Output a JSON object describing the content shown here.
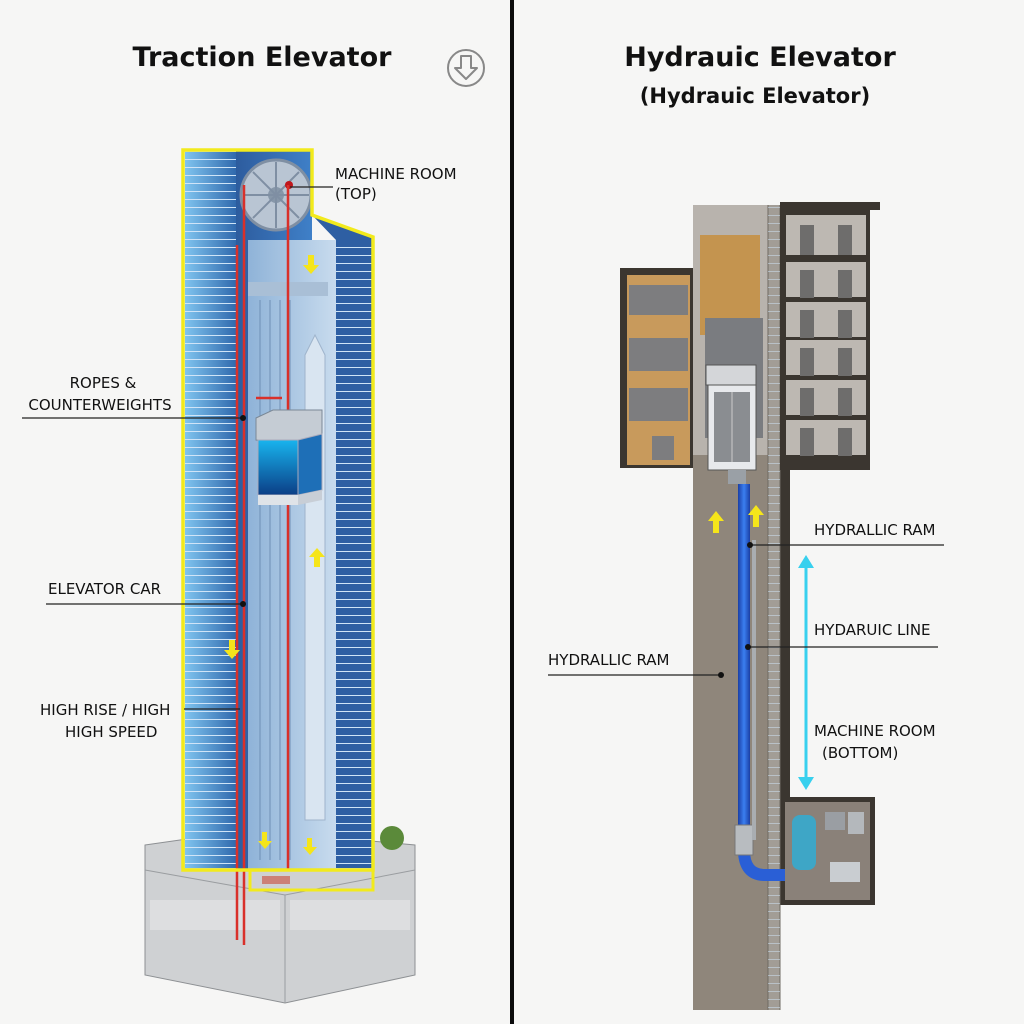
{
  "left_panel": {
    "title": "Traction Elevator",
    "download_icon": "download-arrow-icon",
    "labels": {
      "machine_room_1": "MACHINE ROOM",
      "machine_room_2": "(TOP)",
      "ropes_1": "ROPES &",
      "ropes_2": "COUNTERWEIGHTS",
      "car": "ELEVATOR CAR",
      "rise_1": "HIGH RISE / HIGH",
      "rise_2": "HIGH SPEED"
    }
  },
  "right_panel": {
    "title": "Hydrauic Elevator",
    "subtitle": "(Hydrauic Elevator)",
    "labels": {
      "ram_right": "HYDRALLIC RAM",
      "line": "HYDARUIC LINE",
      "ram_left": "HYDRALLIC RAM",
      "machine_room_1": "MACHINE ROOM",
      "machine_room_2": "(BOTTOM)"
    }
  },
  "colors": {
    "outline_yellow": "#f2ea1c",
    "glass_blue": "#2f6fb8",
    "rope_red": "#d9302a",
    "pipe_blue": "#2a5fd6",
    "arrow_cyan": "#38d0ee",
    "wall_brown": "#3b3630"
  }
}
